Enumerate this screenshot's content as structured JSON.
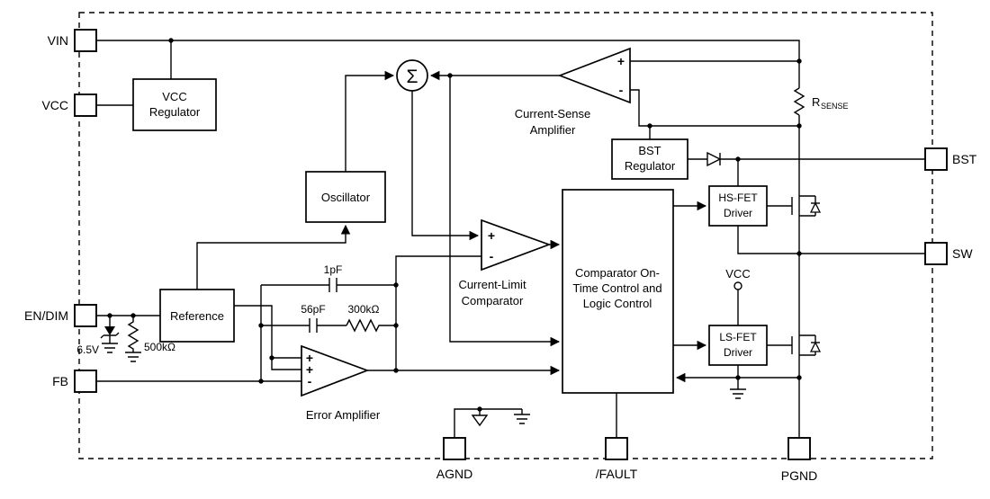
{
  "pins": {
    "vin": "VIN",
    "vcc": "VCC",
    "en_dim": "EN/DIM",
    "fb": "FB",
    "bst": "BST",
    "sw": "SW",
    "agnd": "AGND",
    "fault": "/FAULT",
    "pgnd": "PGND"
  },
  "blocks": {
    "vcc_regulator": {
      "line1": "VCC",
      "line2": "Regulator"
    },
    "oscillator": {
      "line1": "Oscillator"
    },
    "reference": {
      "line1": "Reference"
    },
    "bst_regulator": {
      "line1": "BST",
      "line2": "Regulator"
    },
    "hs_fet_driver": {
      "line1": "HS-FET",
      "line2": "Driver"
    },
    "ls_fet_driver": {
      "line1": "LS-FET",
      "line2": "Driver"
    },
    "logic": {
      "line1": "Comparator On-",
      "line2": "Time Control and",
      "line3": "Logic Control"
    }
  },
  "amps": {
    "current_sense": {
      "label1": "Current-Sense",
      "label2": "Amplifier",
      "plus": "+",
      "minus": "-"
    },
    "current_limit": {
      "label1": "Current-Limit",
      "label2": "Comparator",
      "plus": "+",
      "minus": "-"
    },
    "error": {
      "label": "Error Amplifier",
      "plus1": "+",
      "plus2": "+",
      "minus": "-"
    }
  },
  "parts": {
    "rsense_prefix": "R",
    "rsense_sub": "SENSE",
    "cap1": "1pF",
    "cap2": "56pF",
    "res1": "300kΩ",
    "zener": "6.5V",
    "res2": "500kΩ",
    "vcc_net": "VCC"
  },
  "symbols": {
    "sum": "Σ"
  },
  "colors": {
    "line": "#000000",
    "background": "#ffffff"
  }
}
